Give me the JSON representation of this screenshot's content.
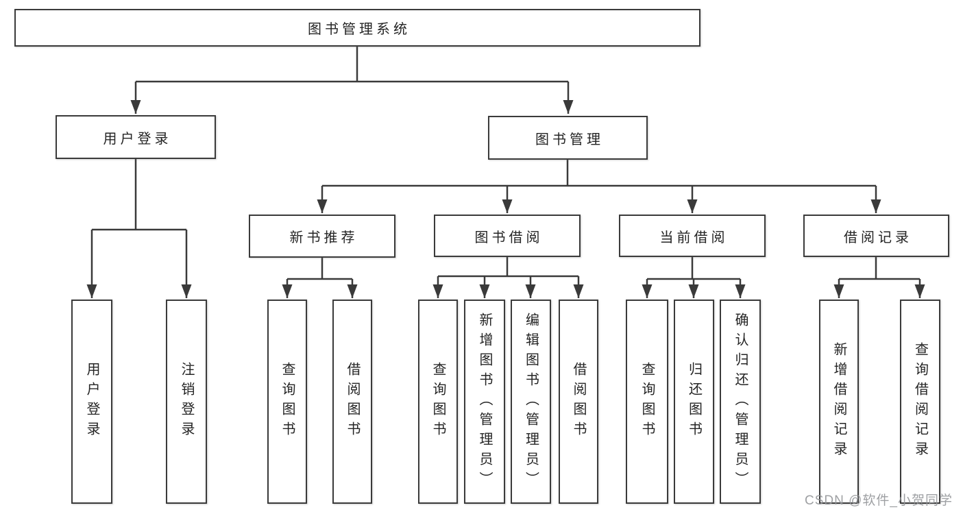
{
  "diagram": {
    "type": "hierarchy-tree",
    "colors": {
      "line": "#3a3a3a",
      "box_border": "#3a3a3a",
      "text": "#242424",
      "watermark": "#949699",
      "background": "#ffffff"
    },
    "watermark": "CSDN @软件_小贺同学",
    "tree": {
      "label": "图书管理系统",
      "children": [
        {
          "label": "用户登录",
          "children": [
            {
              "label": "用户登录"
            },
            {
              "label": "注销登录"
            }
          ]
        },
        {
          "label": "图书管理",
          "children": [
            {
              "label": "新书推荐",
              "children": [
                {
                  "label": "查询图书"
                },
                {
                  "label": "借阅图书"
                }
              ]
            },
            {
              "label": "图书借阅",
              "children": [
                {
                  "label": "查询图书"
                },
                {
                  "label": "新增图书（管理员）"
                },
                {
                  "label": "编辑图书（管理员）"
                },
                {
                  "label": "借阅图书"
                }
              ]
            },
            {
              "label": "当前借阅",
              "children": [
                {
                  "label": "查询图书"
                },
                {
                  "label": "归还图书"
                },
                {
                  "label": "确认归还（管理员）"
                }
              ]
            },
            {
              "label": "借阅记录",
              "children": [
                {
                  "label": "新增借阅记录"
                },
                {
                  "label": "查询借阅记录"
                }
              ]
            }
          ]
        }
      ]
    }
  }
}
